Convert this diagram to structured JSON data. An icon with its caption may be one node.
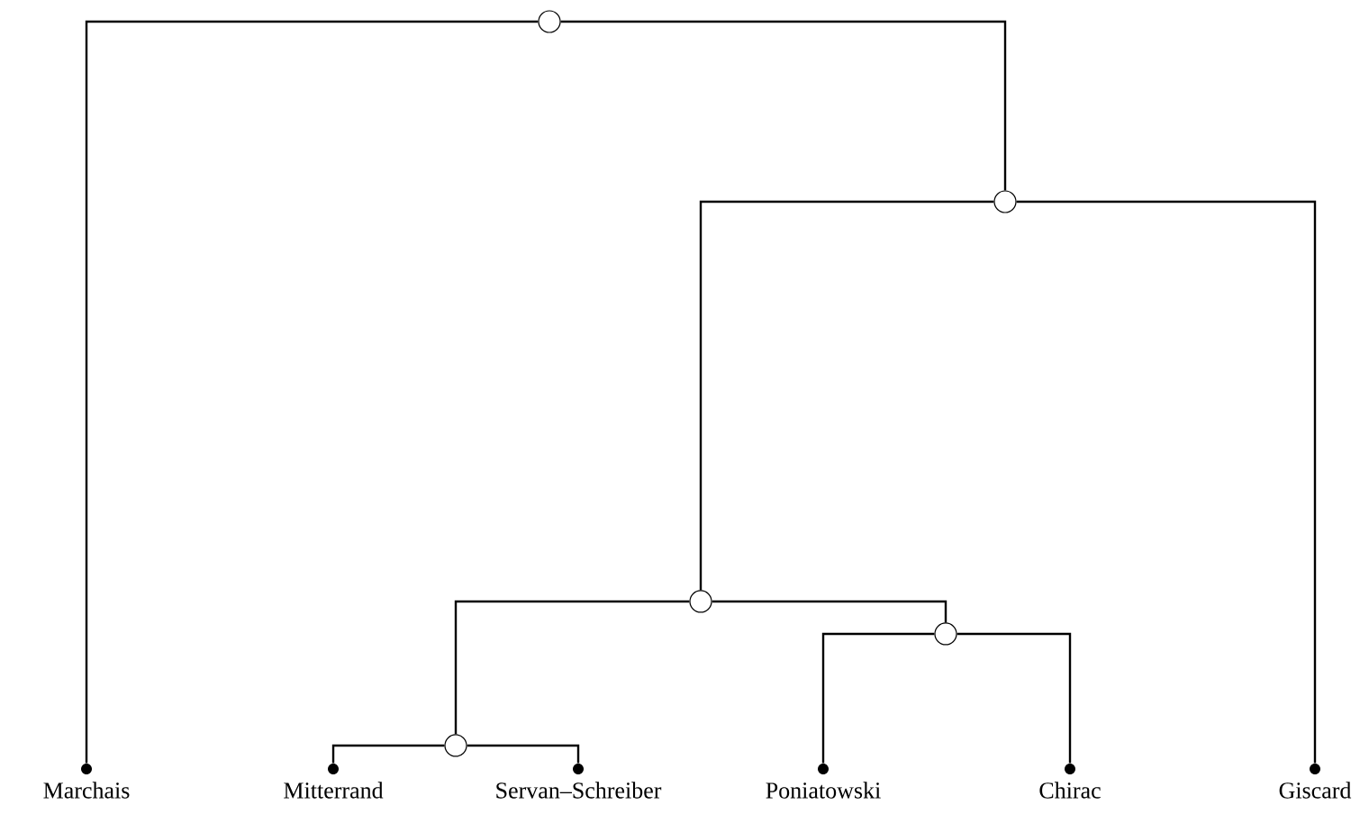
{
  "diagram": {
    "nodes": [
      {
        "text": [],
        "shape": "circle"
      },
      {
        "text": [],
        "shape": "circle"
      },
      {
        "text": [],
        "shape": "circle"
      },
      {
        "text": [],
        "shape": "circle"
      },
      {
        "text": [],
        "shape": "circle"
      },
      {
        "text": [],
        "shape": "dot",
        "beside": [
          "Marchais"
        ]
      },
      {
        "text": [],
        "shape": "dot",
        "beside": [
          "Mitterrand"
        ]
      },
      {
        "text": [],
        "shape": "dot",
        "beside": [
          "Servan–Schreiber"
        ]
      },
      {
        "text": [],
        "shape": "dot",
        "beside": [
          "Poniatowski"
        ]
      },
      {
        "text": [],
        "shape": "dot",
        "beside": [
          "Chirac"
        ]
      },
      {
        "text": [],
        "shape": "dot",
        "beside": [
          "Giscard"
        ]
      }
    ],
    "edges": [
      {
        "from": 0,
        "to": 5,
        "arrow": "none"
      },
      {
        "from": 0,
        "to": 1,
        "arrow": "none"
      },
      {
        "from": 1,
        "to": 2,
        "arrow": "none"
      },
      {
        "from": 1,
        "to": 10,
        "arrow": "none"
      },
      {
        "from": 2,
        "to": 4,
        "arrow": "none"
      },
      {
        "from": 2,
        "to": 3,
        "arrow": "none"
      },
      {
        "from": 4,
        "to": 6,
        "arrow": "none"
      },
      {
        "from": 4,
        "to": 7,
        "arrow": "none"
      },
      {
        "from": 3,
        "to": 8,
        "arrow": "none"
      },
      {
        "from": 3,
        "to": 9,
        "arrow": "none"
      }
    ]
  }
}
